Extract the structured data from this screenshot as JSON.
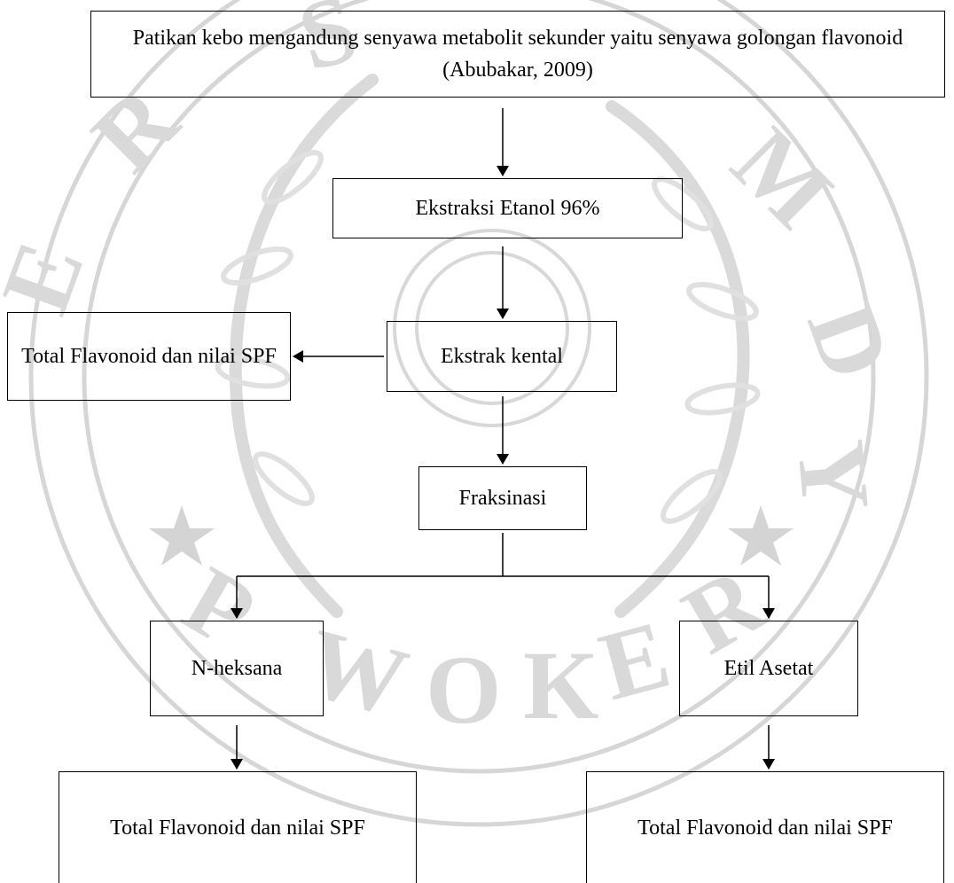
{
  "colors": {
    "line": "#000000",
    "watermark": "#d0d0d0",
    "background": "#ffffff"
  },
  "watermark": {
    "institution_lettering": "UNIVERSITAS MUHAMMADIYAH PURWOKERTO",
    "kind": "university seal"
  },
  "diagram": {
    "nodes": {
      "root": "Patikan kebo mengandung senyawa metabolit sekunder yaitu senyawa golongan flavonoid (Abubakar, 2009)",
      "ekstraksi": "Ekstraksi Etanol 96%",
      "ekstrak": "Ekstrak kental",
      "total_left": "Total Flavonoid dan nilai SPF",
      "fraksinasi": "Fraksinasi",
      "nheksana": "N-heksana",
      "etil": "Etil Asetat",
      "total_bottom_left": "Total Flavonoid dan nilai SPF",
      "total_bottom_right": "Total Flavonoid dan nilai SPF"
    },
    "edges": [
      [
        "root",
        "ekstraksi"
      ],
      [
        "ekstraksi",
        "ekstrak"
      ],
      [
        "ekstrak",
        "total_left"
      ],
      [
        "ekstrak",
        "fraksinasi"
      ],
      [
        "fraksinasi",
        "nheksana"
      ],
      [
        "fraksinasi",
        "etil"
      ],
      [
        "nheksana",
        "total_bottom_left"
      ],
      [
        "etil",
        "total_bottom_right"
      ]
    ]
  }
}
